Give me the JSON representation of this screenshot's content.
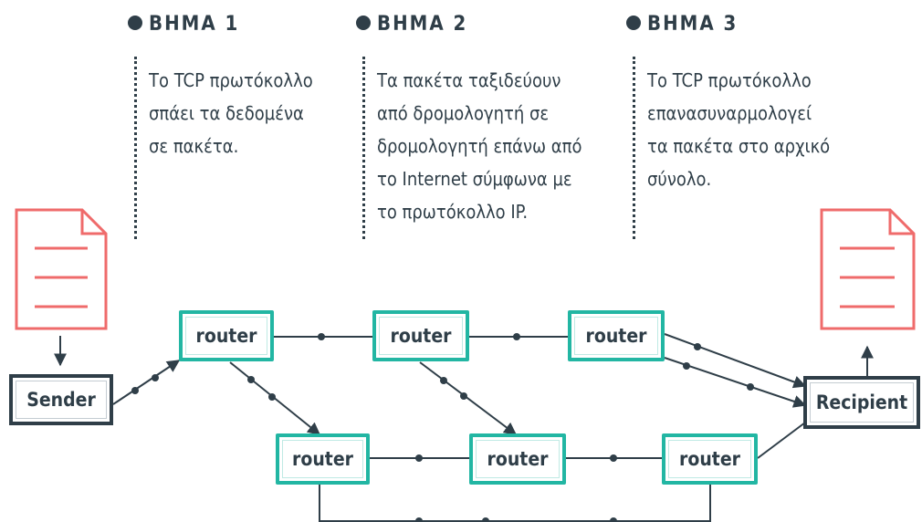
{
  "steps": [
    {
      "title": "ΒΗΜΑ 1",
      "text": "Το TCP πρωτόκολλο\nσπάει τα δεδομένα\nσε πακέτα."
    },
    {
      "title": "ΒΗΜΑ 2",
      "text": "Τα πακέτα ταξιδεύουν\nαπό δρομολογητή σε\nδρομολογητή επάνω από\nτο Internet σύμφωνα με\nτο πρωτόκολλο IP."
    },
    {
      "title": "ΒΗΜΑ 3",
      "text": "Το TCP πρωτόκολλο\nεπανασυναρμολογεί\nτα πακέτα στο αρχικό\nσύνολο."
    }
  ],
  "nodes": {
    "sender": "Sender",
    "recipient": "Recipient",
    "router_label": "router"
  },
  "colors": {
    "router_border": "#22b6a3",
    "dark": "#2f3e48",
    "document": "#ef6b6b"
  },
  "icons": [
    "document-icon",
    "arrow-down-icon",
    "arrow-up-icon",
    "location-dot-icon"
  ]
}
